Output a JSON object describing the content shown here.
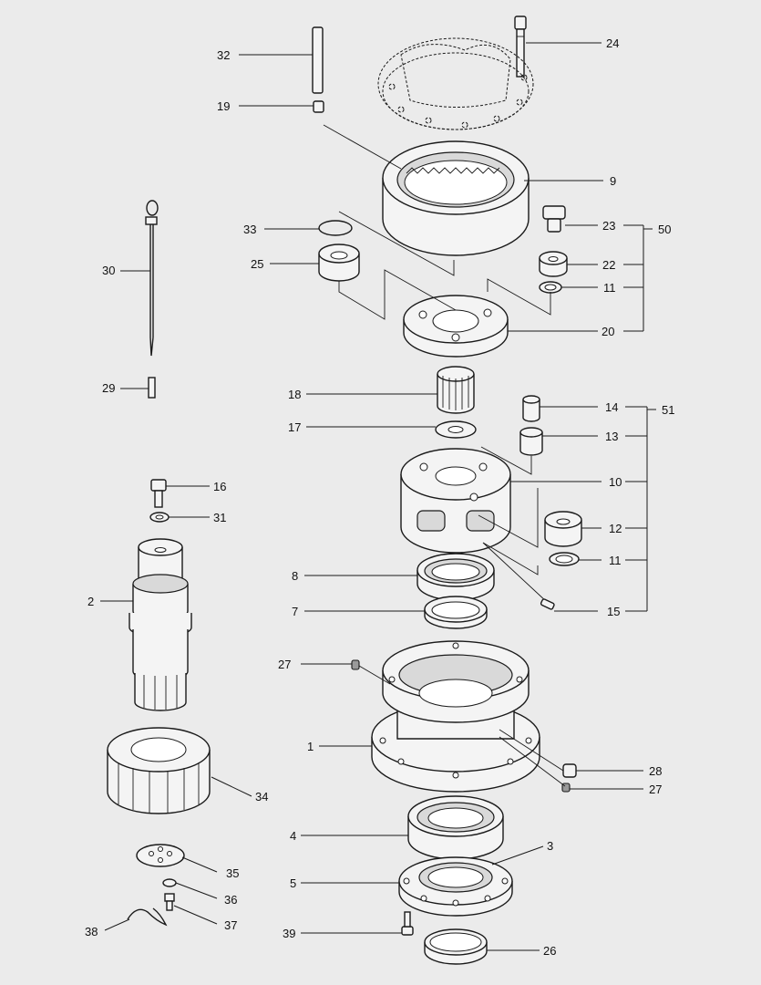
{
  "diagram": {
    "callouts": [
      {
        "id": "c32",
        "text": "32"
      },
      {
        "id": "c19",
        "text": "19"
      },
      {
        "id": "c24",
        "text": "24"
      },
      {
        "id": "c9",
        "text": "9"
      },
      {
        "id": "c33",
        "text": "33"
      },
      {
        "id": "c25",
        "text": "25"
      },
      {
        "id": "c23",
        "text": "23"
      },
      {
        "id": "c50",
        "text": "50"
      },
      {
        "id": "c22",
        "text": "22"
      },
      {
        "id": "c11a",
        "text": "11"
      },
      {
        "id": "c20",
        "text": "20"
      },
      {
        "id": "c30",
        "text": "30"
      },
      {
        "id": "c29",
        "text": "29"
      },
      {
        "id": "c18",
        "text": "18"
      },
      {
        "id": "c14",
        "text": "14"
      },
      {
        "id": "c51",
        "text": "51"
      },
      {
        "id": "c17",
        "text": "17"
      },
      {
        "id": "c13",
        "text": "13"
      },
      {
        "id": "c16",
        "text": "16"
      },
      {
        "id": "c10",
        "text": "10"
      },
      {
        "id": "c31",
        "text": "31"
      },
      {
        "id": "c12",
        "text": "12"
      },
      {
        "id": "c11b",
        "text": "11"
      },
      {
        "id": "c8",
        "text": "8"
      },
      {
        "id": "c2",
        "text": "2"
      },
      {
        "id": "c7",
        "text": "7"
      },
      {
        "id": "c15",
        "text": "15"
      },
      {
        "id": "c27a",
        "text": "27"
      },
      {
        "id": "c1",
        "text": "1"
      },
      {
        "id": "c28",
        "text": "28"
      },
      {
        "id": "c27b",
        "text": "27"
      },
      {
        "id": "c34",
        "text": "34"
      },
      {
        "id": "c4",
        "text": "4"
      },
      {
        "id": "c3",
        "text": "3"
      },
      {
        "id": "c5",
        "text": "5"
      },
      {
        "id": "c35",
        "text": "35"
      },
      {
        "id": "c36",
        "text": "36"
      },
      {
        "id": "c37",
        "text": "37"
      },
      {
        "id": "c38",
        "text": "38"
      },
      {
        "id": "c39",
        "text": "39"
      },
      {
        "id": "c26",
        "text": "26"
      }
    ]
  }
}
